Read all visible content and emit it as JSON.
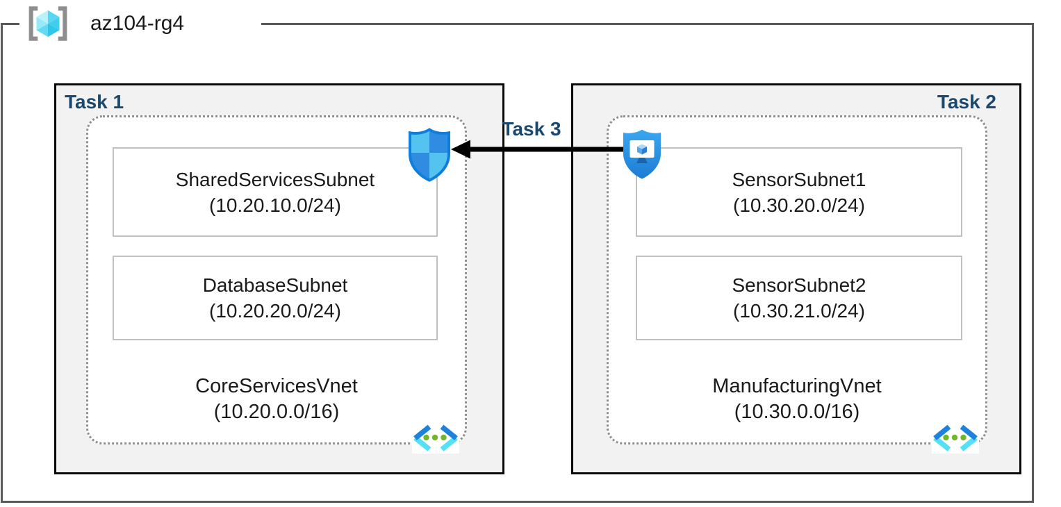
{
  "resource_group": {
    "name": "az104-rg4"
  },
  "tasks": {
    "task1": "Task 1",
    "task2": "Task 2",
    "task3": "Task 3"
  },
  "vnets": [
    {
      "name": "CoreServicesVnet",
      "cidr": "(10.20.0.0/16)",
      "subnets": [
        {
          "name": "SharedServicesSubnet",
          "cidr": "(10.20.10.0/24)"
        },
        {
          "name": "DatabaseSubnet",
          "cidr": "(10.20.20.0/24)"
        }
      ]
    },
    {
      "name": "ManufacturingVnet",
      "cidr": "(10.30.0.0/16)",
      "subnets": [
        {
          "name": "SensorSubnet1",
          "cidr": "(10.30.20.0/24)"
        },
        {
          "name": "SensorSubnet2",
          "cidr": "(10.30.21.0/24)"
        }
      ]
    }
  ],
  "icons": {
    "resource_group": "resource-group-icon",
    "task1_subnet_badge": "network-security-group-shield-icon",
    "task2_subnet_badge": "bastion-shield-icon",
    "vnet_badge": "virtual-network-icon",
    "task3_connector": "arrow-left-icon"
  },
  "colors": {
    "task_label_navy": "#1A486F",
    "task_box_fill": "#F2F2F2",
    "task_box_border": "#0A0A0A",
    "outer_frame_border": "#5A5A5A",
    "dotted_vnet_border": "#8F8F8F",
    "subnet_border": "#C0C0C0",
    "text": "#1A1A1A",
    "arrow": "#000000",
    "nsg_light_blue": "#55C3F0",
    "nsg_dark_blue": "#2F8CE0",
    "nsg_outline_blue": "#0F7FDB",
    "bastion_blue_top": "#3BA7F0",
    "bastion_blue_bottom": "#1C7CD4",
    "vnet_chevron_dark": "#1E81DC",
    "vnet_chevron_light": "#53E0F8",
    "vnet_dot_green": "#72B62C",
    "rg_cube_cyan": "#58D7F2",
    "rg_bracket_gray": "#8E8E8E"
  }
}
